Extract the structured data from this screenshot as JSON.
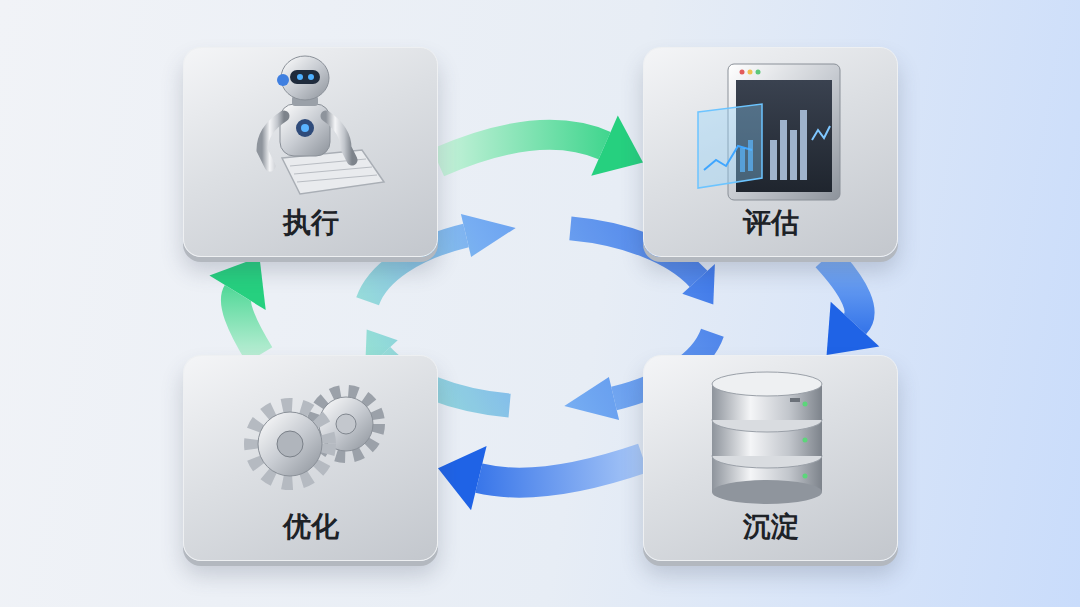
{
  "diagram": {
    "nodes": [
      {
        "text": [
          "执行"
        ]
      },
      {
        "text": [
          "评估"
        ]
      },
      {
        "text": [
          "优化"
        ]
      },
      {
        "text": [
          "沉淀"
        ]
      }
    ],
    "edges": [
      {
        "from": 0,
        "to": 1,
        "arrow": "to"
      },
      {
        "from": 1,
        "to": 3,
        "arrow": "to"
      },
      {
        "from": 3,
        "to": 2,
        "arrow": "to"
      },
      {
        "from": 2,
        "to": 0,
        "arrow": "to"
      }
    ]
  }
}
